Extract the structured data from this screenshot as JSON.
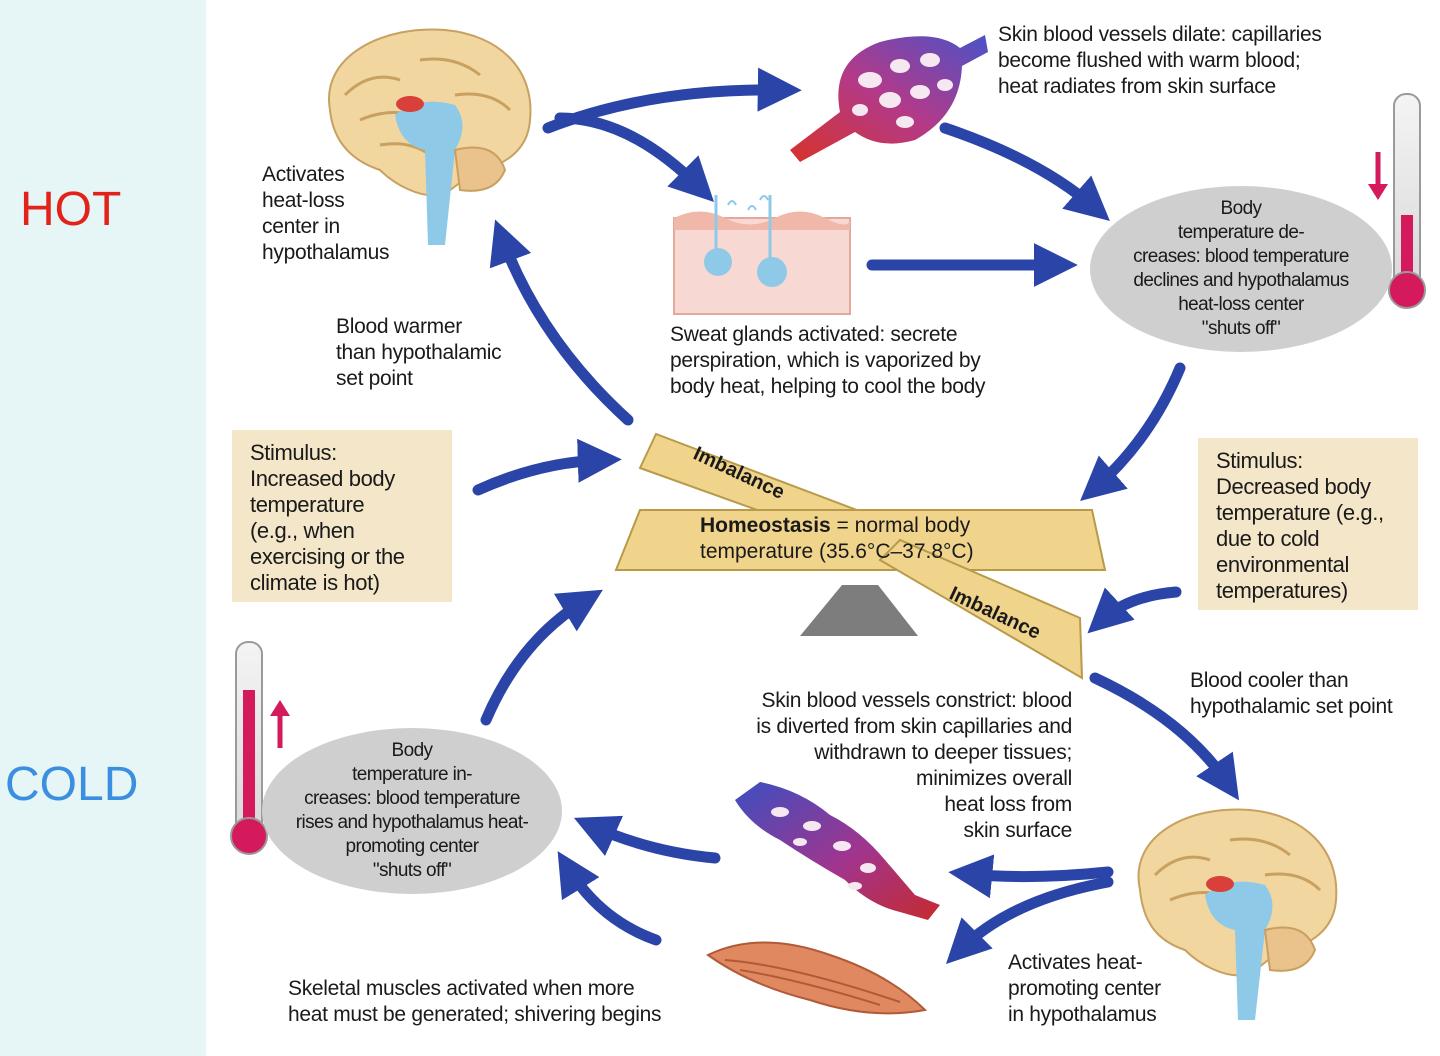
{
  "sidebar": {
    "hot_label": "HOT",
    "cold_label": "COLD"
  },
  "diagram": {
    "heat_loss_center": "Activates\nheat-loss\ncenter in\nhypothalamus",
    "skin_vessels_dilate": "Skin blood vessels dilate: capillaries\nbecome flushed with warm blood;\nheat radiates from skin surface",
    "sweat_glands": "Sweat glands activated: secrete\nperspiration, which is vaporized by\nbody heat, helping to cool the body",
    "temp_decreases": "Body\ntemperature de-\ncreases: blood temperature\ndeclines and hypothalamus\nheat-loss center\n\"shuts off\"",
    "blood_warmer": "Blood warmer\nthan hypothalamic\nset point",
    "stimulus_increase": "Stimulus:\nIncreased body\ntemperature\n(e.g., when\nexercising or the\nclimate is hot)",
    "stimulus_decrease": "Stimulus:\nDecreased body\ntemperature (e.g.,\ndue to cold\nenvironmental\ntemperatures)",
    "imbalance_top": "Imbalance",
    "imbalance_bottom": "Imbalance",
    "homeostasis_bold": "Homeostasis",
    "homeostasis_rest": " = normal body",
    "homeostasis_line2": "temperature (35.6°C–37.8°C)",
    "blood_cooler": "Blood cooler than\nhypothalamic set point",
    "skin_vessels_constrict": "Skin blood vessels constrict: blood\nis diverted from skin capillaries and\nwithdrawn to deeper tissues;\nminimizes overall\nheat loss from\nskin surface",
    "temp_increases": "Body\ntemperature in-\ncreases: blood temperature\nrises and hypothalamus heat-\npromoting center\n\"shuts off\"",
    "skeletal_muscles": "Skeletal muscles activated when more\nheat must be generated; shivering begins",
    "heat_promoting_center": "Activates heat-\npromoting center\nin hypothalamus"
  },
  "colors": {
    "arrow": "#2b44a8",
    "hot": "#e2231a",
    "cold": "#3b8fe0",
    "stimulus_box": "#f4e7c9",
    "seesaw": "#f0d48c",
    "oval": "#cfcfcf",
    "sidebar": "#e6f5f6"
  }
}
